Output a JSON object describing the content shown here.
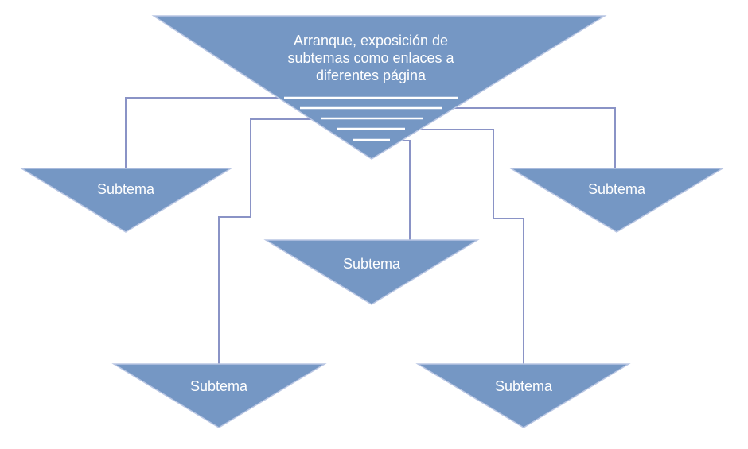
{
  "diagram": {
    "type": "hierarchy",
    "colors": {
      "shape_fill": "#7597c4",
      "shape_edge": "#b9c6e3",
      "connector": "#8a93c6",
      "text": "#ffffff"
    },
    "root": {
      "lines": [
        "Arranque, exposición de",
        "subtemas como enlaces a",
        "diferentes página"
      ]
    },
    "children": [
      {
        "id": "left",
        "label": "Subtema"
      },
      {
        "id": "right",
        "label": "Subtema"
      },
      {
        "id": "center",
        "label": "Subtema"
      },
      {
        "id": "bottom-left",
        "label": "Subtema"
      },
      {
        "id": "bottom-right",
        "label": "Subtema"
      }
    ]
  }
}
